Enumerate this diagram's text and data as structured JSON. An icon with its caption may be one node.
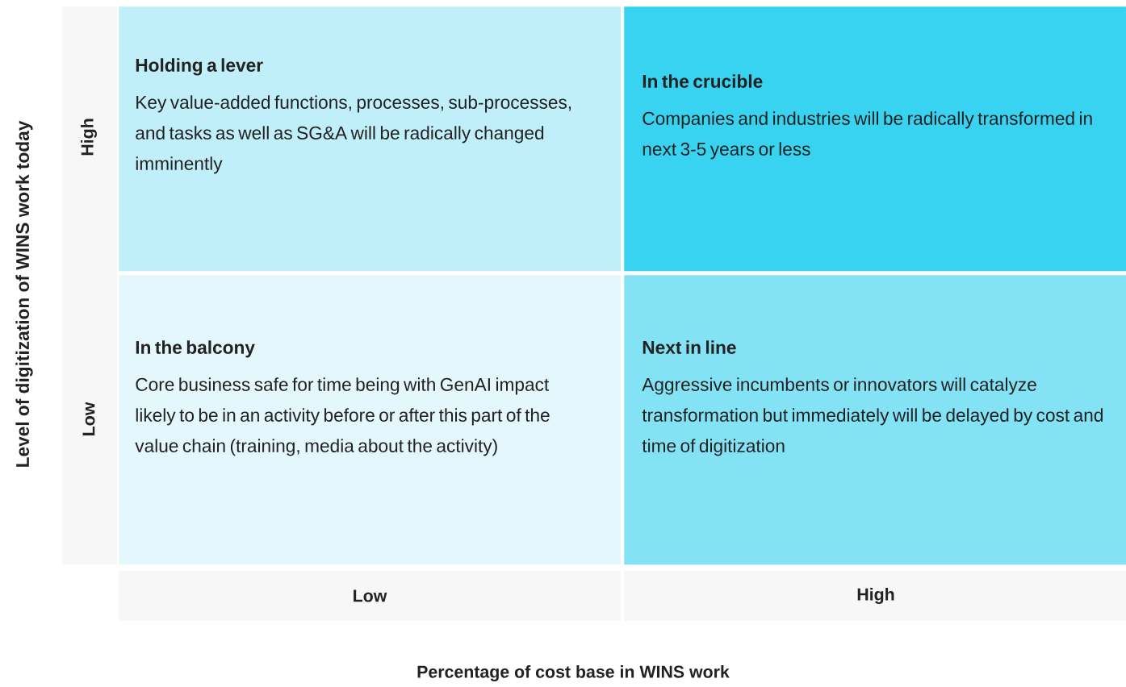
{
  "diagram": {
    "nodes": [
      {
        "text": [
          "Holding a lever",
          "Key value-added functions, processes, sub-processes, and tasks as well as SG&A will be radically changed imminently"
        ]
      },
      {
        "text": [
          "In the crucible",
          "Companies and industries will be radically transformed in next 3-5 years or less"
        ]
      },
      {
        "text": [
          "In the balcony",
          "Core business safe for time being with GenAI impact likely to be in an activity before or after this part of the value chain (training, media about the activity)"
        ]
      },
      {
        "text": [
          "Next in line",
          "Aggressive incumbents or innovators will catalyze transformation but immediately will be delayed by cost and time of digitization"
        ]
      }
    ],
    "edges": [],
    "labels": [
      "Level of digitization of WINS work today",
      "High",
      "Low",
      "Low",
      "High",
      "Percentage of cost base in WINS work"
    ]
  }
}
